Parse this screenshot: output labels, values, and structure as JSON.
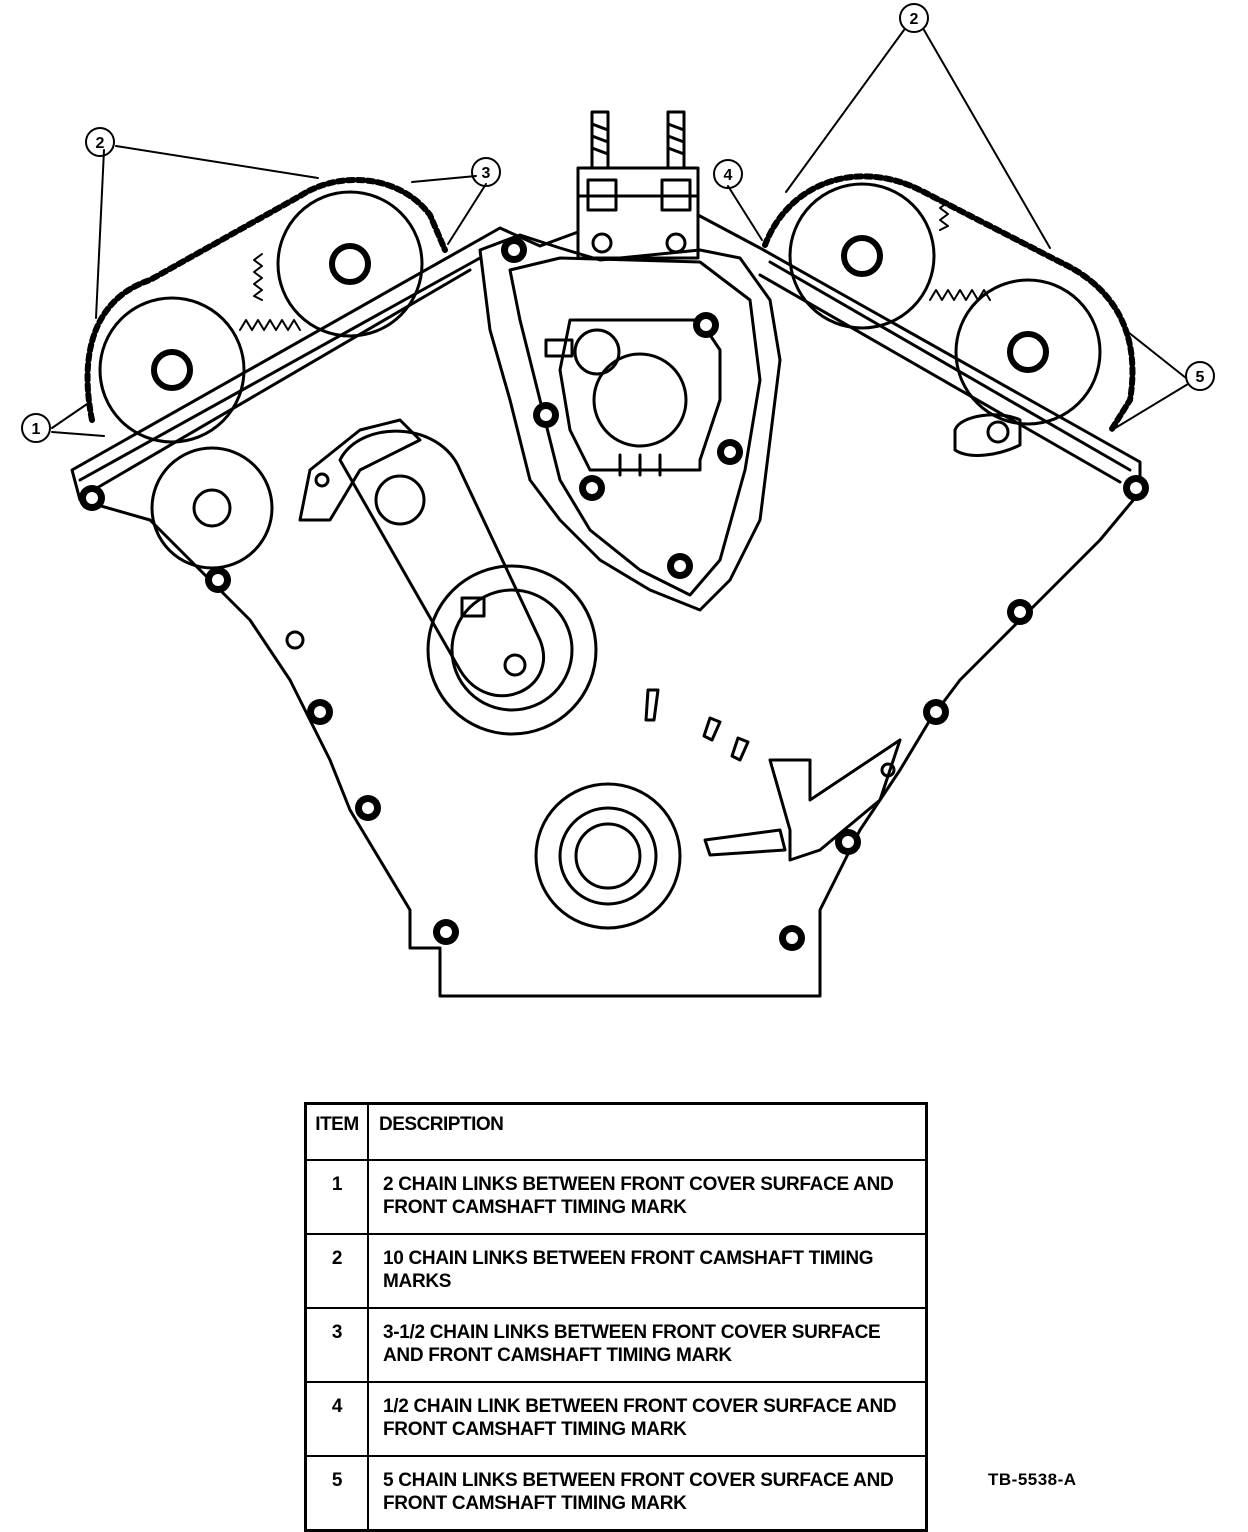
{
  "callouts": [
    "1",
    "2",
    "3",
    "4",
    "5"
  ],
  "legend": {
    "header_item": "ITEM",
    "header_description": "DESCRIPTION",
    "rows": [
      {
        "item": "1",
        "description": "2 CHAIN LINKS BETWEEN FRONT COVER SURFACE AND FRONT CAMSHAFT TIMING MARK"
      },
      {
        "item": "2",
        "description": "10 CHAIN LINKS BETWEEN FRONT CAMSHAFT TIMING MARKS"
      },
      {
        "item": "3",
        "description": "3-1/2 CHAIN LINKS BETWEEN FRONT COVER SURFACE AND FRONT CAMSHAFT TIMING MARK"
      },
      {
        "item": "4",
        "description": "1/2 CHAIN LINK BETWEEN FRONT COVER SURFACE AND FRONT CAMSHAFT TIMING MARK"
      },
      {
        "item": "5",
        "description": "5 CHAIN LINKS BETWEEN FRONT COVER SURFACE AND FRONT CAMSHAFT TIMING MARK"
      }
    ]
  },
  "reference_code": "TB-5538-A",
  "line_color": "#000000"
}
